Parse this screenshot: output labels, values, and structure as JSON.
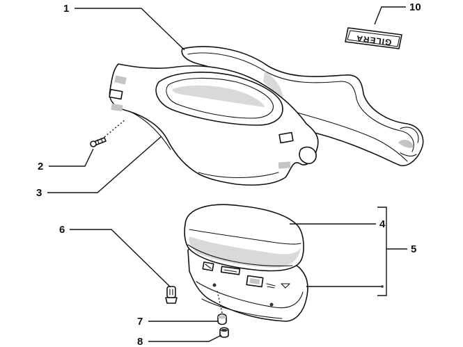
{
  "callouts": {
    "c1": "1",
    "c2": "2",
    "c3": "3",
    "c4": "4",
    "c5": "5",
    "c6": "6",
    "c7": "7",
    "c8": "8",
    "c10": "10"
  },
  "decal_text": "GILERA"
}
